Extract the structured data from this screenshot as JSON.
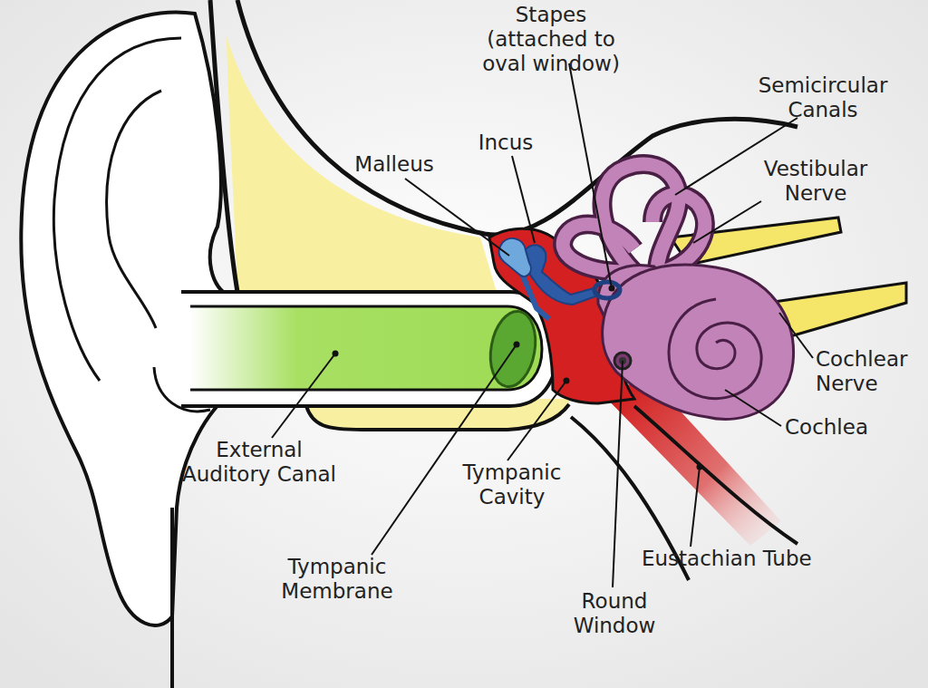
{
  "diagram": {
    "labels": [
      "Stapes (attached to oval window)",
      "Semicircular Canals",
      "Incus",
      "Malleus",
      "Vestibular Nerve",
      "Cochlear Nerve",
      "Cochlea",
      "External Auditory Canal",
      "Tympanic Cavity",
      "Eustachian Tube",
      "Tympanic Membrane",
      "Round Window"
    ]
  }
}
